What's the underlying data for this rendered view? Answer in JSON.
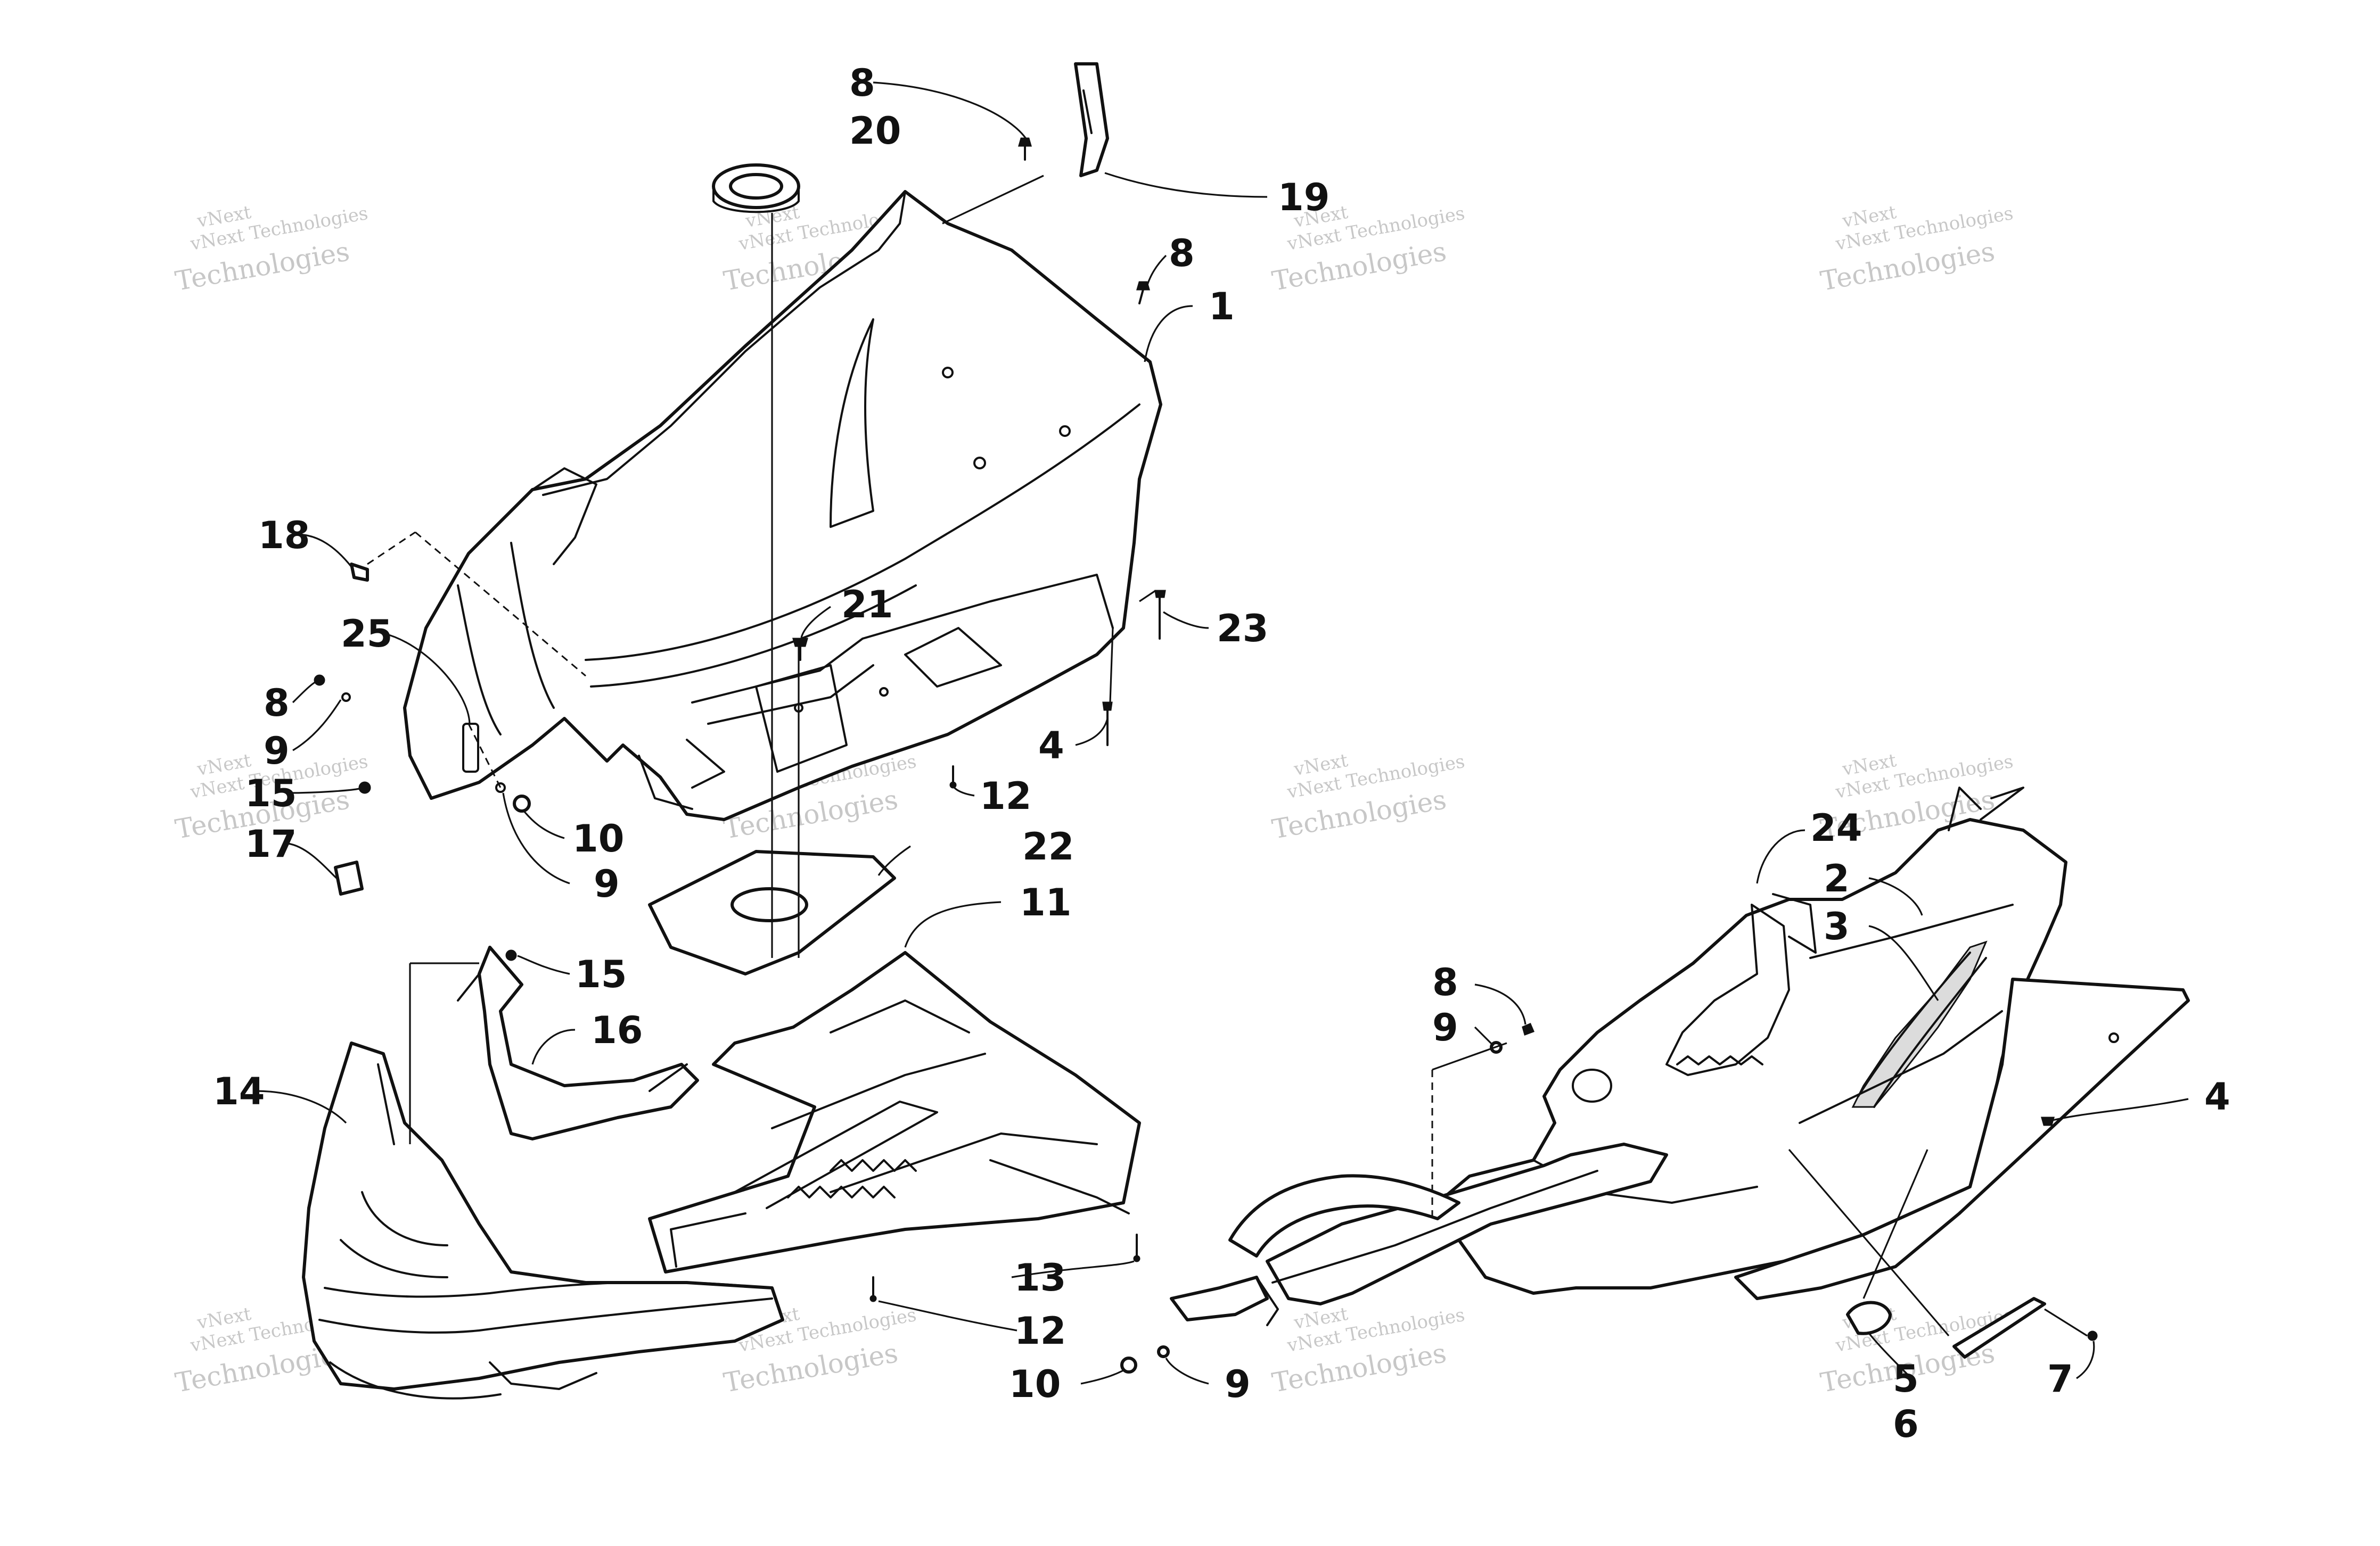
{
  "watermark": {
    "line1": "vNext Technologies",
    "line2": "Technologies",
    "line0": "vNext"
  },
  "callouts": [
    {
      "id": "c8a",
      "label": "8"
    },
    {
      "id": "c20",
      "label": "20"
    },
    {
      "id": "c19",
      "label": "19"
    },
    {
      "id": "c8b",
      "label": "8"
    },
    {
      "id": "c1",
      "label": "1"
    },
    {
      "id": "c18",
      "label": "18"
    },
    {
      "id": "c21",
      "label": "21"
    },
    {
      "id": "c23",
      "label": "23"
    },
    {
      "id": "c25",
      "label": "25"
    },
    {
      "id": "c8c",
      "label": "8"
    },
    {
      "id": "c9a",
      "label": "9"
    },
    {
      "id": "c4a",
      "label": "4"
    },
    {
      "id": "c12a",
      "label": "12"
    },
    {
      "id": "c15a",
      "label": "15"
    },
    {
      "id": "c10a",
      "label": "10"
    },
    {
      "id": "c17",
      "label": "17"
    },
    {
      "id": "c22",
      "label": "22"
    },
    {
      "id": "c9b",
      "label": "9"
    },
    {
      "id": "c11",
      "label": "11"
    },
    {
      "id": "c15b",
      "label": "15"
    },
    {
      "id": "c16",
      "label": "16"
    },
    {
      "id": "c14",
      "label": "14"
    },
    {
      "id": "c13",
      "label": "13"
    },
    {
      "id": "c12b",
      "label": "12"
    },
    {
      "id": "c10b",
      "label": "10"
    },
    {
      "id": "c9c",
      "label": "9"
    },
    {
      "id": "c24",
      "label": "24"
    },
    {
      "id": "c2",
      "label": "2"
    },
    {
      "id": "c3",
      "label": "3"
    },
    {
      "id": "c8d",
      "label": "8"
    },
    {
      "id": "c9d",
      "label": "9"
    },
    {
      "id": "c4b",
      "label": "4"
    },
    {
      "id": "c5",
      "label": "5"
    },
    {
      "id": "c6",
      "label": "6"
    },
    {
      "id": "c7",
      "label": "7"
    }
  ]
}
